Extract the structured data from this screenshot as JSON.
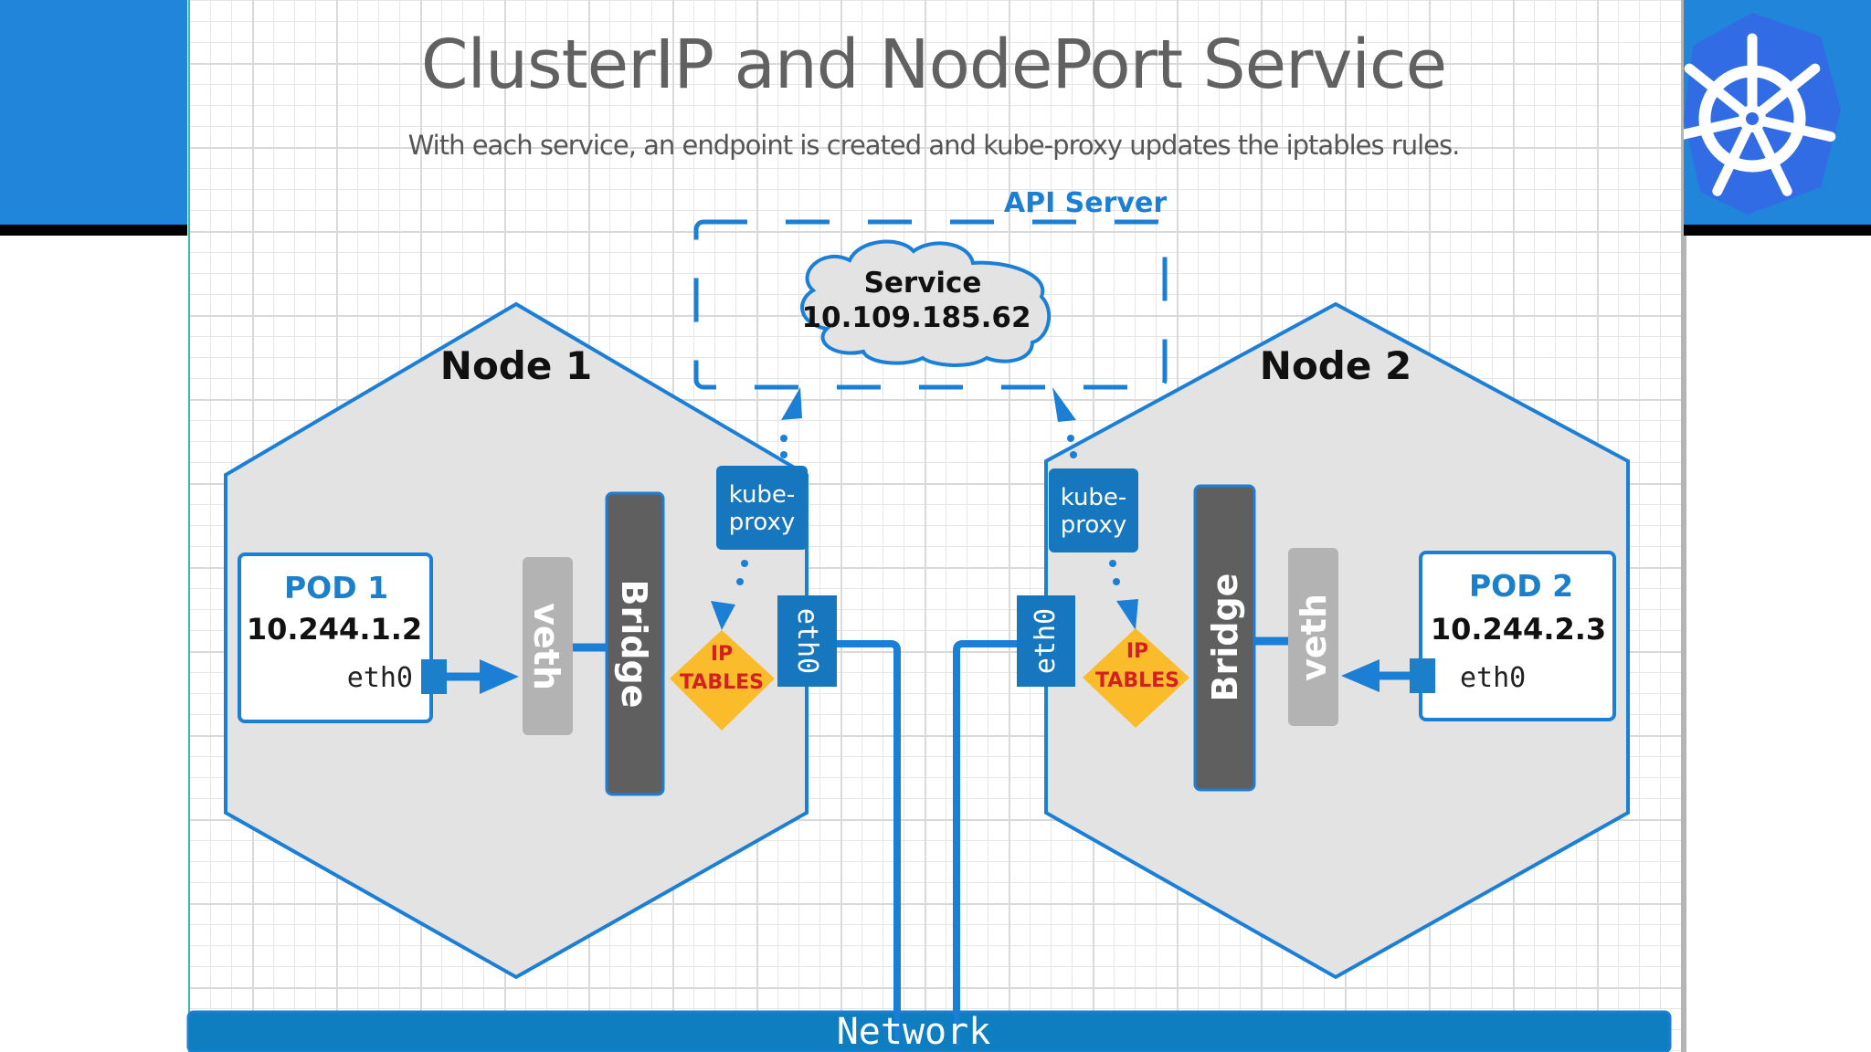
{
  "title": "ClusterIP and NodePort Service",
  "subtitle": "With each service, an endpoint is created and kube-proxy updates the iptables rules.",
  "api_server": {
    "label": "API Server",
    "service": {
      "name": "Service",
      "ip": "10.109.185.62"
    }
  },
  "nodes": [
    {
      "name": "Node 1",
      "kube_proxy": [
        "kube-",
        "proxy"
      ],
      "iptables": [
        "IP",
        "TABLES"
      ],
      "bridge": "Bridge",
      "veth": "veth",
      "eth0": "eth0",
      "pod": {
        "name": "POD 1",
        "ip": "10.244.1.2",
        "iface": "eth0"
      }
    },
    {
      "name": "Node 2",
      "kube_proxy": [
        "kube-",
        "proxy"
      ],
      "iptables": [
        "IP",
        "TABLES"
      ],
      "bridge": "Bridge",
      "veth": "veth",
      "eth0": "eth0",
      "pod": {
        "name": "POD 2",
        "ip": "10.244.2.3",
        "iface": "eth0"
      }
    }
  ],
  "network": {
    "label": "Network"
  },
  "logo": {
    "icon": "kubernetes-helm-icon"
  },
  "colors": {
    "accent": "#1c7fd6",
    "node_fill": "#e3e3e3",
    "bridge": "#5f5f5f",
    "veth": "#b3b3b3",
    "kube_proxy": "#1677bf",
    "iptables": "#fbbc2c",
    "network": "#0e7ec0",
    "side_block": "#2185d9"
  }
}
